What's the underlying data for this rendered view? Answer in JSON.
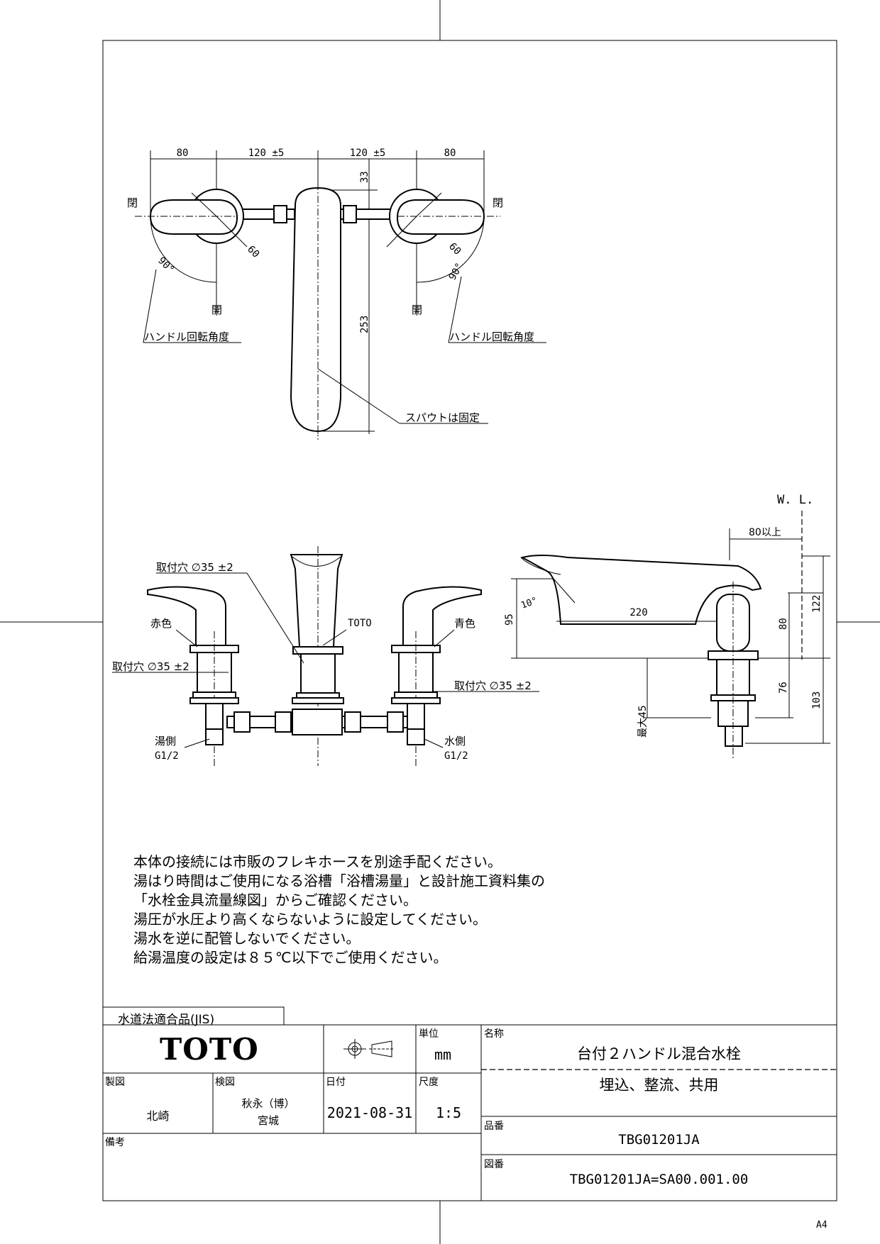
{
  "drawing": {
    "top_view": {
      "dim_left": "80",
      "dim_center_left": "120 ±5",
      "dim_center_right": "120 ±5",
      "dim_right": "80",
      "dim_33": "33",
      "dim_253": "253",
      "dim_60_left": "60",
      "dim_60_right": "60",
      "angle_left": "90°",
      "angle_right": "90°",
      "close_left": "閉",
      "close_right": "閉",
      "open_left": "開",
      "open_right": "開",
      "handle_rotation_left": "ハンドル回転角度",
      "handle_rotation_right": "ハンドル回転角度",
      "spout_fixed": "スパウトは固定"
    },
    "front_view": {
      "mount_hole_top": "取付穴 ∅35 ±2",
      "mount_hole_left": "取付穴 ∅35 ±2",
      "mount_hole_right": "取付穴 ∅35 ±2",
      "red": "赤色",
      "blue": "青色",
      "brand_mark": "TOTO",
      "hot_side": "湯側",
      "hot_thread": "G1/2",
      "cold_side": "水側",
      "cold_thread": "G1/2"
    },
    "side_view": {
      "wl": "W. L.",
      "over80": "80以上",
      "dim_220": "220",
      "dim_95": "95",
      "dim_10deg": "10°",
      "dim_80": "80",
      "dim_122": "122",
      "dim_76": "76",
      "dim_103": "103",
      "max45": "最大45"
    }
  },
  "notes": [
    "本体の接続には市販のフレキホースを別途手配ください。",
    "湯はり時間はご使用になる浴槽「浴槽湯量」と設計施工資料集の",
    "「水栓金具流量線図」からご確認ください。",
    "湯圧が水圧より高くならないように設定してください。",
    "湯水を逆に配管しないでください。",
    "給湯温度の設定は８５℃以下でご使用ください。"
  ],
  "title_block": {
    "jis": "水道法適合品(JIS)",
    "logo": "TOTO",
    "unit_label": "単位",
    "unit_value": "mm",
    "name_label": "名称",
    "name_value": "台付２ハンドル混合水栓",
    "sub_name": "埋込、整流、共用",
    "drawn_label": "製図",
    "drawn_value": "北崎",
    "checked_label": "検図",
    "checked_value_1": "秋永（博）",
    "checked_value_2": "宮城",
    "date_label": "日付",
    "date_value": "2021-08-31",
    "scale_label": "尺度",
    "scale_value": "1:5",
    "part_label": "品番",
    "part_value": "TBG01201JA",
    "drawing_label": "図番",
    "drawing_value": "TBG01201JA=SA00.001.00",
    "remarks_label": "備考",
    "paper_size": "A4"
  }
}
